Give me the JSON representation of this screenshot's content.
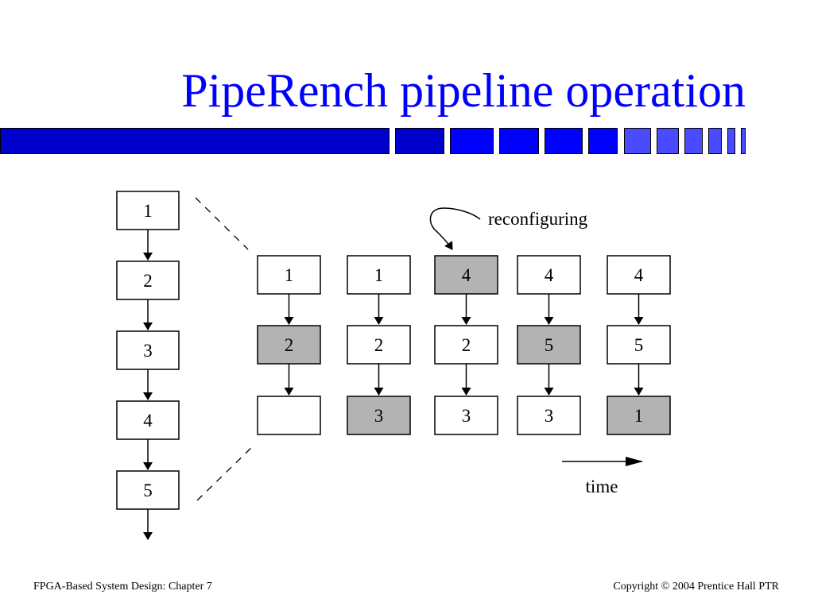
{
  "slide": {
    "title": "PipeRench pipeline operation"
  },
  "colors": {
    "title": "#0000ff",
    "bar_dark": "#0000cc",
    "bar_bright": "#0000ff",
    "bar_light": "#4a4aff",
    "stage_fill": "#ffffff",
    "reconfig_fill": "#b3b3b3",
    "outline": "#000000"
  },
  "virtual_pipeline": {
    "stages": [
      "1",
      "2",
      "3",
      "4",
      "5"
    ]
  },
  "physical_pipeline": {
    "columns": [
      {
        "cells": [
          {
            "label": "1",
            "reconfiguring": false
          },
          {
            "label": "2",
            "reconfiguring": true
          },
          {
            "label": "",
            "reconfiguring": false
          }
        ]
      },
      {
        "cells": [
          {
            "label": "1",
            "reconfiguring": false
          },
          {
            "label": "2",
            "reconfiguring": false
          },
          {
            "label": "3",
            "reconfiguring": true
          }
        ]
      },
      {
        "cells": [
          {
            "label": "4",
            "reconfiguring": true
          },
          {
            "label": "2",
            "reconfiguring": false
          },
          {
            "label": "3",
            "reconfiguring": false
          }
        ]
      },
      {
        "cells": [
          {
            "label": "4",
            "reconfiguring": false
          },
          {
            "label": "5",
            "reconfiguring": true
          },
          {
            "label": "3",
            "reconfiguring": false
          }
        ]
      },
      {
        "cells": [
          {
            "label": "4",
            "reconfiguring": false
          },
          {
            "label": "5",
            "reconfiguring": false
          },
          {
            "label": "1",
            "reconfiguring": true
          }
        ]
      }
    ]
  },
  "annotations": {
    "reconfiguring": "reconfiguring",
    "time": "time"
  },
  "footer": {
    "left": "FPGA-Based System Design: Chapter 7",
    "right": "Copyright © 2004 Prentice Hall PTR"
  }
}
